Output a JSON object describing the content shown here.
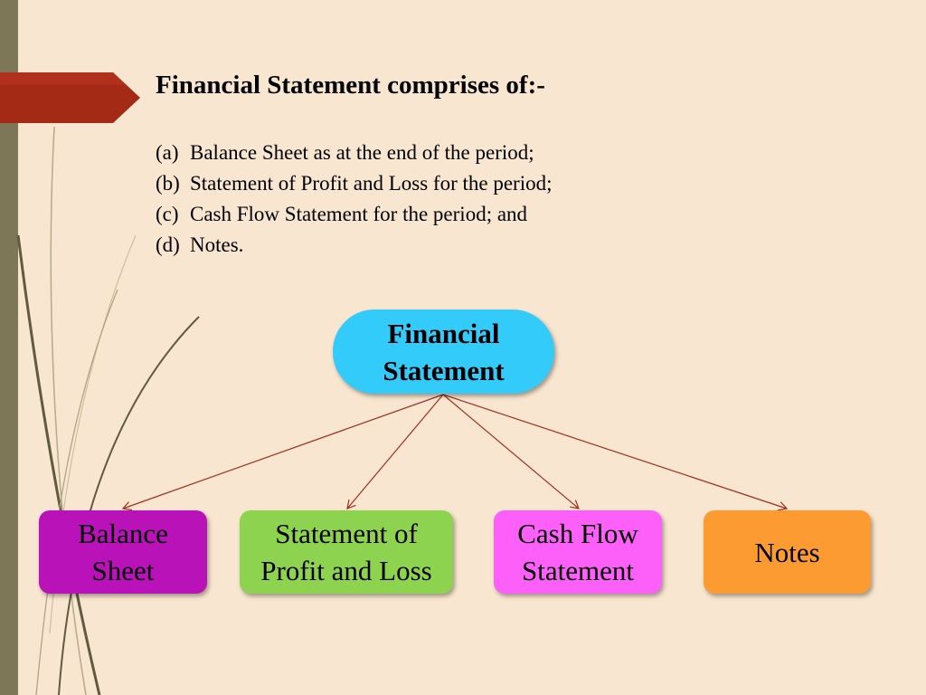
{
  "slide": {
    "heading": "Financial Statement comprises of:-",
    "items": [
      {
        "marker": "(a)",
        "text": "Balance Sheet as at the end of the period;"
      },
      {
        "marker": "(b)",
        "text": "Statement of Profit and Loss for the period;"
      },
      {
        "marker": "(c)",
        "text": "Cash Flow Statement for the period; and"
      },
      {
        "marker": "(d)",
        "text": "Notes."
      }
    ]
  },
  "diagram": {
    "root": {
      "line1": "Financial",
      "line2": "Statement",
      "color": "#33cbfa"
    },
    "children": [
      {
        "line1": "Balance",
        "line2": "Sheet",
        "color": "#b812b8"
      },
      {
        "line1": "Statement of",
        "line2": "Profit and Loss",
        "color": "#8ed34f"
      },
      {
        "line1": "Cash Flow",
        "line2": "Statement",
        "color": "#fc60f8"
      },
      {
        "line1": "Notes",
        "line2": "",
        "color": "#fd9b33"
      }
    ],
    "connector_color": "#a0301c"
  },
  "theme": {
    "background": "#f9e6d0",
    "side_bar": "#7d7657",
    "ribbon": "#a52a16"
  }
}
